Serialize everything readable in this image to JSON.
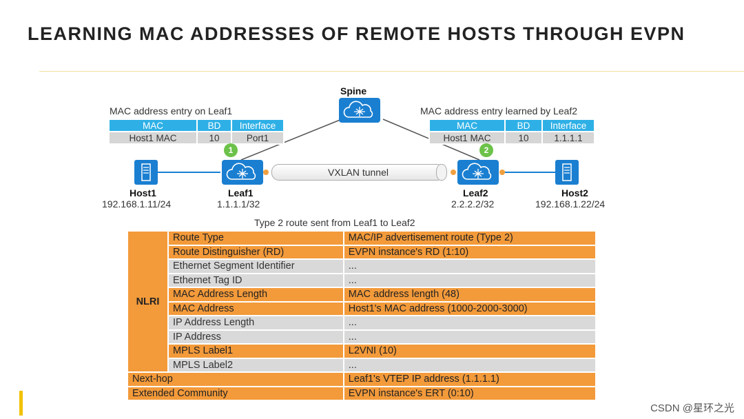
{
  "title": "LEARNING MAC ADDRESSES OF REMOTE HOSTS THROUGH EVPN",
  "watermark": "CSDN @星环之光",
  "diagram": {
    "spine": {
      "label": "Spine"
    },
    "leaf1": {
      "label": "Leaf1",
      "ip": "1.1.1.1/32",
      "badge": "1"
    },
    "leaf2": {
      "label": "Leaf2",
      "ip": "2.2.2.2/32",
      "badge": "2"
    },
    "host1": {
      "label": "Host1",
      "ip": "192.168.1.11/24"
    },
    "host2": {
      "label": "Host2",
      "ip": "192.168.1.22/24"
    },
    "tunnel_label": "VXLAN tunnel",
    "mac_table_leaf1": {
      "caption": "MAC address entry on Leaf1",
      "headers": [
        "MAC",
        "BD",
        "Interface"
      ],
      "row": [
        "Host1 MAC",
        "10",
        "Port1"
      ]
    },
    "mac_table_leaf2": {
      "caption": "MAC address entry learned by Leaf2",
      "headers": [
        "MAC",
        "BD",
        "Interface"
      ],
      "row": [
        "Host1 MAC",
        "10",
        "1.1.1.1"
      ]
    }
  },
  "route_table": {
    "caption": "Type 2 route sent from Leaf1 to Leaf2",
    "group_label": "NLRI",
    "nlri_rows": [
      {
        "field": "Route Type",
        "value": "MAC/IP advertisement route (Type 2)",
        "style": "o"
      },
      {
        "field": "Route Distinguisher (RD)",
        "value": "EVPN instance's RD (1:10)",
        "style": "o"
      },
      {
        "field": "Ethernet Segment Identifier",
        "value": "...",
        "style": "g"
      },
      {
        "field": "Ethernet Tag ID",
        "value": "...",
        "style": "g"
      },
      {
        "field": "MAC Address Length",
        "value": "MAC address length (48)",
        "style": "o"
      },
      {
        "field": "MAC Address",
        "value": "Host1's MAC address (1000-2000-3000)",
        "style": "o"
      },
      {
        "field": "IP Address Length",
        "value": "...",
        "style": "g"
      },
      {
        "field": "IP Address",
        "value": "...",
        "style": "g"
      },
      {
        "field": "MPLS Label1",
        "value": "L2VNI (10)",
        "style": "o"
      },
      {
        "field": "MPLS Label2",
        "value": "...",
        "style": "g"
      }
    ],
    "other_rows": [
      {
        "field": "Next-hop",
        "value": "Leaf1's VTEP IP address (1.1.1.1)",
        "style": "o"
      },
      {
        "field": "Extended Community",
        "value": "EVPN instance's ERT (0:10)",
        "style": "o"
      }
    ]
  },
  "colors": {
    "device_blue": "#1a7fd1",
    "table_header_blue": "#2eb0e6",
    "highlight_orange": "#f39a3a",
    "badge_green": "#6cc24a",
    "accent_yellow": "#f2c100"
  }
}
